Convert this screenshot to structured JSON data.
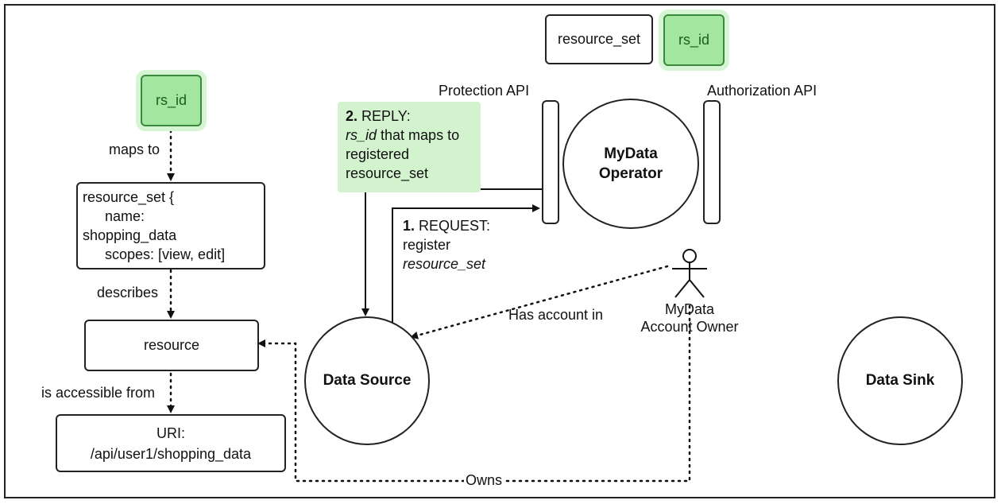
{
  "top": {
    "resource_set": "resource_set",
    "rs_id": "rs_id"
  },
  "left": {
    "rs_id": "rs_id",
    "maps_to": "maps to",
    "resource_set_def": {
      "line1": "resource_set {",
      "line2": "name:",
      "line3": "shopping_data",
      "line4": "scopes: [view, edit]"
    },
    "describes": "describes",
    "resource": "resource",
    "is_accessible_from": "is accessible from",
    "uri_label": "URI:",
    "uri_value": "/api/user1/shopping_data"
  },
  "operator": {
    "name_line1": "MyData",
    "name_line2": "Operator",
    "protection_api": "Protection API",
    "authorization_api": "Authorization API"
  },
  "reply": {
    "step": "2.",
    "head": "REPLY:",
    "line2_em": "rs_id",
    "line2_rest": "that maps to",
    "line3": "registered",
    "line4": "resource_set"
  },
  "request": {
    "step": "1.",
    "head": "REQUEST:",
    "line2": "register",
    "line3_em": "resource_set"
  },
  "data_source": "Data Source",
  "data_sink": "Data Sink",
  "owner": {
    "line1": "MyData",
    "line2": "Account Owner"
  },
  "has_account_in": "Has account in",
  "owns": "Owns",
  "colors": {
    "green_fill": "#a3e6a0",
    "green_border": "#3b8a3b",
    "note_fill": "#d3f3cf"
  }
}
